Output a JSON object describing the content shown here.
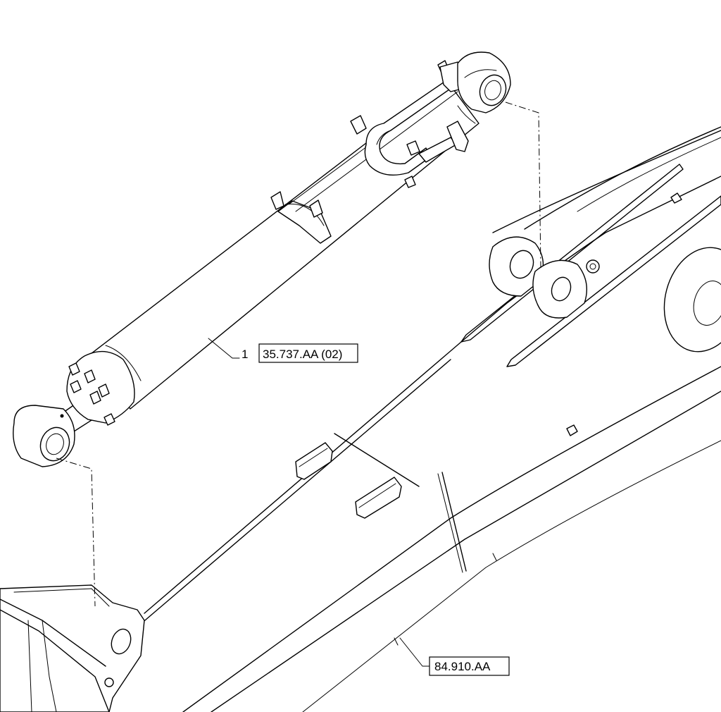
{
  "callouts": {
    "cylinder": {
      "item_number": "1",
      "reference": "35.737.AA (02)"
    },
    "boom": {
      "reference": "84.910.AA"
    }
  }
}
